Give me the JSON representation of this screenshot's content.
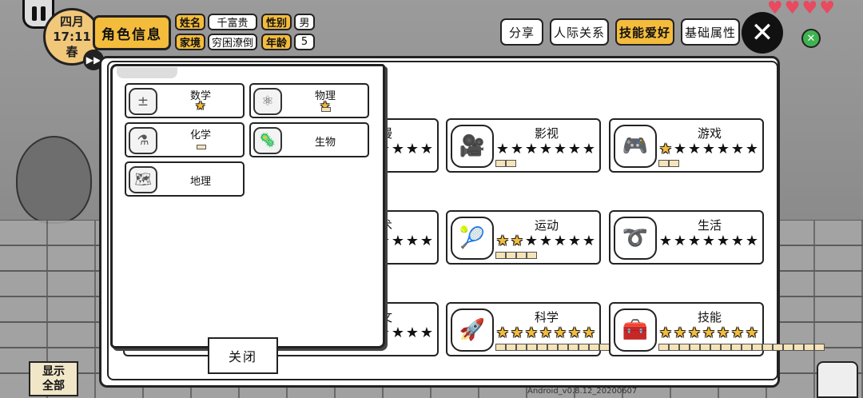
{
  "hud": {
    "month": "四月",
    "time": "17:11",
    "season": "春",
    "role_tab": "角色信息",
    "tags": [
      {
        "key": "姓名",
        "value": "千富贵"
      },
      {
        "key": "性别",
        "value": "男"
      },
      {
        "key": "家境",
        "value": "穷困潦倒"
      },
      {
        "key": "年龄",
        "value": "5"
      }
    ]
  },
  "top_buttons": [
    {
      "label": "分享",
      "active": false
    },
    {
      "label": "人际关系",
      "active": false
    },
    {
      "label": "技能爱好",
      "active": true
    },
    {
      "label": "基础属性",
      "active": false
    }
  ],
  "skills": [
    {
      "name": "影视",
      "icon": "projector-icon",
      "glyph": "🎥",
      "stars_on": 0,
      "stars_total": 7,
      "bar_cells": 2
    },
    {
      "name": "游戏",
      "icon": "gamepad-icon",
      "glyph": "🎮",
      "stars_on": 1,
      "stars_total": 7,
      "bar_cells": 2
    },
    {
      "name": "运动",
      "icon": "tennis-racket-icon",
      "glyph": "🎾",
      "stars_on": 2,
      "stars_total": 7,
      "bar_cells": 4
    },
    {
      "name": "生活",
      "icon": "hairdryer-icon",
      "glyph": "➰",
      "stars_on": 0,
      "stars_total": 7,
      "bar_cells": 0
    },
    {
      "name": "科学",
      "icon": "rocket-icon",
      "glyph": "🚀",
      "stars_on": 7,
      "stars_total": 7,
      "bar_cells": 11
    },
    {
      "name": "技能",
      "icon": "toolbox-icon",
      "glyph": "🧰",
      "stars_on": 7,
      "stars_total": 7,
      "bar_cells": 16
    }
  ],
  "partial_skills": [
    {
      "name": "漫",
      "stars": 4
    },
    {
      "name": "术",
      "stars": 4
    },
    {
      "name": "文",
      "stars": 4
    }
  ],
  "popup": {
    "subjects": [
      {
        "name": "数学",
        "icon": "math-icon",
        "glyph": "±",
        "star": true,
        "bar": false
      },
      {
        "name": "物理",
        "icon": "atom-icon",
        "glyph": "⚛",
        "star": true,
        "bar": true
      },
      {
        "name": "化学",
        "icon": "flask-icon",
        "glyph": "⚗",
        "star": false,
        "bar": true
      },
      {
        "name": "生物",
        "icon": "cell-icon",
        "glyph": "🦠",
        "star": false,
        "bar": false
      },
      {
        "name": "地理",
        "icon": "map-icon",
        "glyph": "🗺",
        "star": false,
        "bar": false
      }
    ],
    "close_label": "关闭"
  },
  "show_all": {
    "line1": "显示",
    "line2": "全部"
  },
  "version": "Android_v0.8.12_20200607",
  "colors": {
    "accent": "#f4bc3c",
    "star": "#f4bc3c",
    "heart": "#e84a5f",
    "panel": "#ffffff"
  },
  "hearts_count": 4
}
